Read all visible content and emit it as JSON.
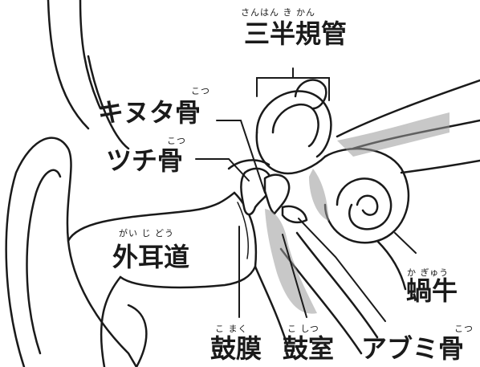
{
  "colors": {
    "ink": "#1a1a1a",
    "shade": "#9a9a9a",
    "light_shade": "#cfcfcf",
    "background": "#ffffff"
  },
  "labels": {
    "semicircular_canals": {
      "text": "三半規管",
      "ruby": "さんはん き かん"
    },
    "incus": {
      "text": "キヌタ骨",
      "ruby": "こつ"
    },
    "malleus": {
      "text": "ツチ骨",
      "ruby": "こつ"
    },
    "ear_canal": {
      "text": "外耳道",
      "ruby": "がい じ どう"
    },
    "cochlea": {
      "text": "蝸牛",
      "ruby": "か ぎゅう"
    },
    "eardrum": {
      "text": "鼓膜",
      "ruby": "こ まく"
    },
    "tympanic_cavity": {
      "text": "鼓室",
      "ruby": "こ しつ"
    },
    "stapes": {
      "text": "アブミ骨",
      "ruby": "こつ"
    }
  }
}
